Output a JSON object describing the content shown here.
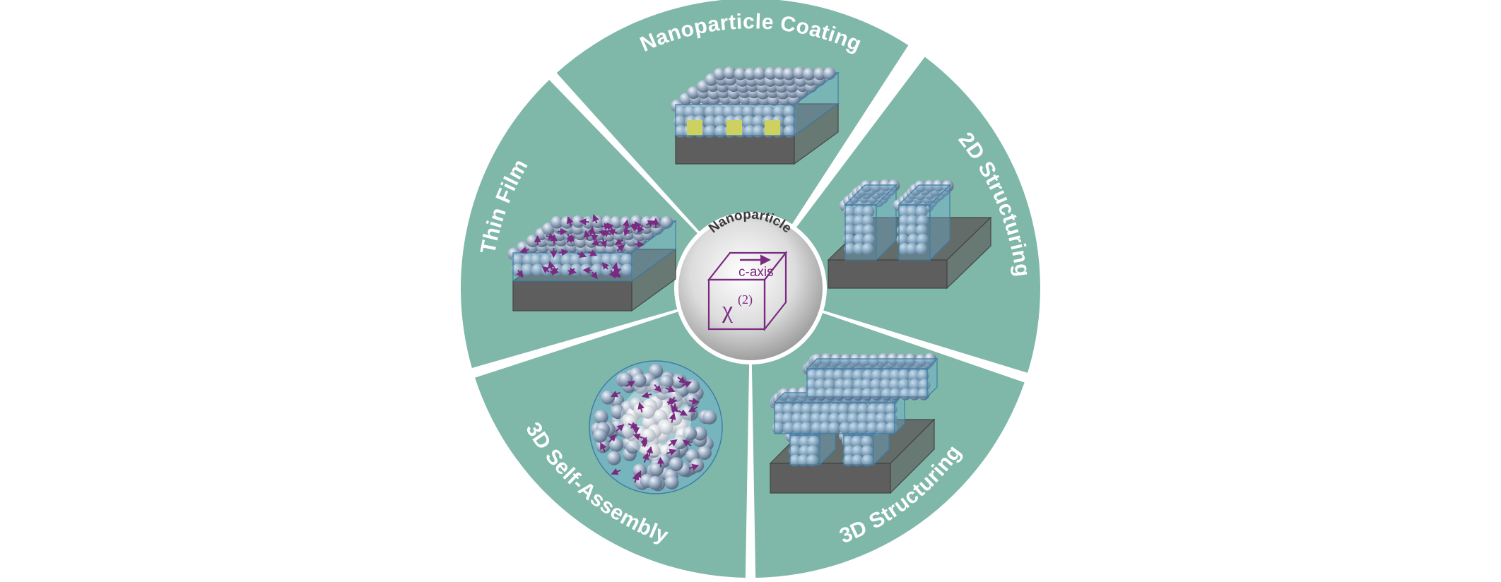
{
  "center": {
    "title": "Nanoparticle",
    "axis_label": "c-axis",
    "symbol": "χ",
    "symbol_superscript": "(2)"
  },
  "segments": [
    {
      "id": "nanoparticle-coating",
      "label": "Nanoparticle Coating"
    },
    {
      "id": "2d-structuring",
      "label": "2D Structuring"
    },
    {
      "id": "3d-structuring",
      "label": "3D Structuring"
    },
    {
      "id": "3d-self-assembly",
      "label": "3D Self-Assembly"
    },
    {
      "id": "thin-film",
      "label": "Thin Film"
    }
  ],
  "colors": {
    "segment_fill": "#7fb8a8",
    "substrate": "#5e5e5e",
    "nanoparticle": "#9aaec2",
    "matrix": "#6fb0cf",
    "electrode": "#ecdc3a",
    "arrow": "#7a2a80",
    "center_sphere": "#d8d8d8"
  }
}
